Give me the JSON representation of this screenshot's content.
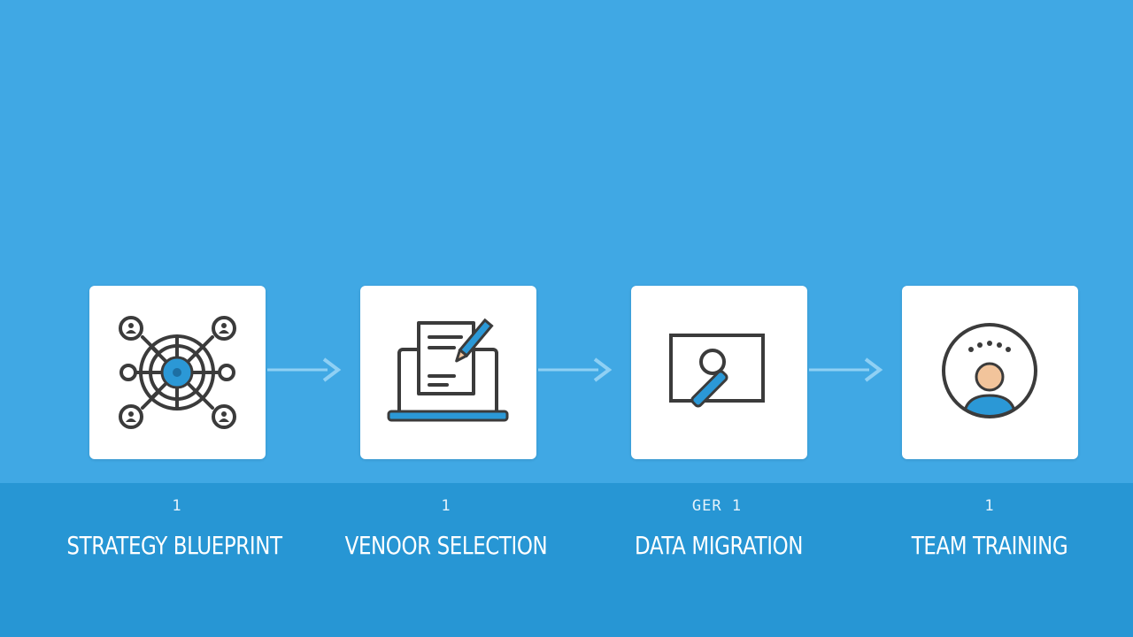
{
  "diagram": {
    "steps": [
      {
        "number": "1",
        "label": "STRATEGY BLUEPRINT",
        "icon": "network-hub-icon"
      },
      {
        "number": "1",
        "label": "VENOOR SELECTION",
        "icon": "laptop-document-pen-icon"
      },
      {
        "number": "GER 1",
        "label": "DATA MIGRATION",
        "icon": "screen-magnifier-icon"
      },
      {
        "number": "1",
        "label": "TEAM TRAINING",
        "icon": "person-in-circle-icon"
      }
    ],
    "colors": {
      "background": "#40a8e4",
      "band": "#2796d4",
      "card": "#ffffff",
      "icon_stroke": "#3b3b3b",
      "icon_accent": "#2b98d6",
      "arrow": "#8fd0f4",
      "skin": "#f2c49b"
    }
  }
}
